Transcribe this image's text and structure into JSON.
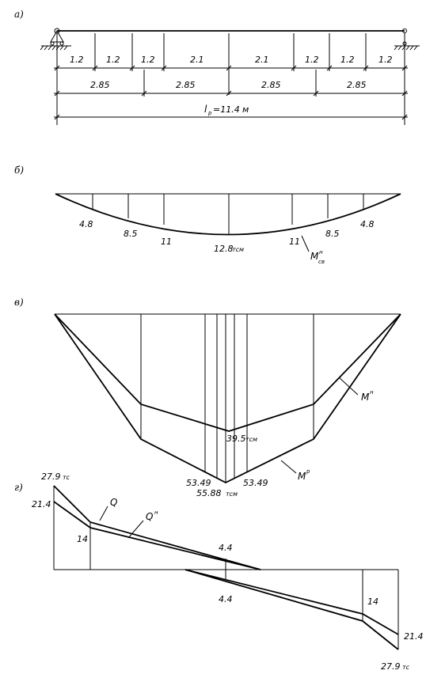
{
  "sections": {
    "a": "а)",
    "b": "б)",
    "v": "в)",
    "g": "г)"
  },
  "span_dims": {
    "small": [
      "1.2",
      "1.2",
      "1.2",
      "2.1",
      "2.1",
      "1.2",
      "1.2",
      "1.2"
    ],
    "medium": [
      "2.85",
      "2.85",
      "2.85",
      "2.85"
    ],
    "total_symbol": "l",
    "total_subscript": "р",
    "total_value": "=11.4",
    "total_unit": "м"
  },
  "moment_diagram": {
    "labels": [
      "4.8",
      "8.5",
      "11",
      "12.8",
      "11",
      "8.5",
      "4.8"
    ],
    "unit": "тсм",
    "curve_symbol": "М",
    "curve_superscript": "н",
    "curve_subscript": "св"
  },
  "design_moment": {
    "mid_value": "39.5",
    "mid_unit": "тсм",
    "left_value": "53.49",
    "center_value": "55.88",
    "center_unit": "тсм",
    "right_value": "53.49",
    "curve_upper_symbol": "М",
    "curve_upper_superscript": "н",
    "curve_lower_symbol": "М",
    "curve_lower_superscript": "р"
  },
  "shear_diagram": {
    "top_left_value": "27.9",
    "top_left_unit": "тс",
    "left_value": "21.4",
    "left_inner": "14",
    "q_symbol": "Q",
    "qn_symbol": "Q",
    "qn_superscript": "н",
    "mid_upper": "4.4",
    "mid_lower": "4.4",
    "right_inner": "14",
    "right_value": "21.4",
    "bottom_right_value": "27.9",
    "bottom_right_unit": "тс"
  }
}
